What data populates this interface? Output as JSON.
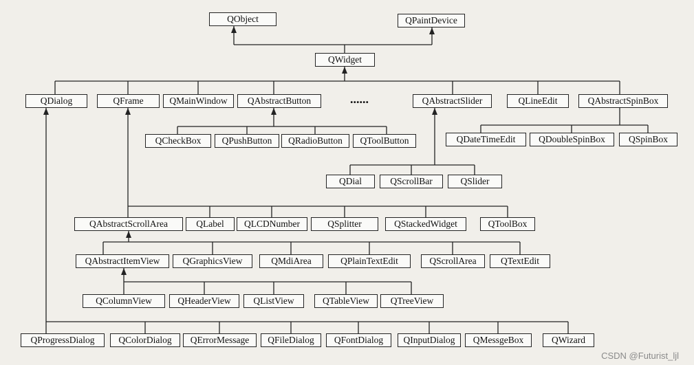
{
  "diagram": {
    "nodes": {
      "QObject": "QObject",
      "QPaintDevice": "QPaintDevice",
      "QWidget": "QWidget",
      "QDialog": "QDialog",
      "QFrame": "QFrame",
      "QMainWindow": "QMainWindow",
      "QAbstractButton": "QAbstractButton",
      "QAbstractSlider": "QAbstractSlider",
      "QLineEdit": "QLineEdit",
      "QAbstractSpinBox": "QAbstractSpinBox",
      "QCheckBox": "QCheckBox",
      "QPushButton": "QPushButton",
      "QRadioButton": "QRadioButton",
      "QToolButton": "QToolButton",
      "QDateTimeEdit": "QDateTimeEdit",
      "QDoubleSpinBox": "QDoubleSpinBox",
      "QSpinBox": "QSpinBox",
      "QDial": "QDial",
      "QScrollBar": "QScrollBar",
      "QSlider": "QSlider",
      "QAbstractScrollArea": "QAbstractScrollArea",
      "QLabel": "QLabel",
      "QLCDNumber": "QLCDNumber",
      "QSplitter": "QSplitter",
      "QStackedWidget": "QStackedWidget",
      "QToolBox": "QToolBox",
      "QAbstractItemView": "QAbstractItemView",
      "QGraphicsView": "QGraphicsView",
      "QMdiArea": "QMdiArea",
      "QPlainTextEdit": "QPlainTextEdit",
      "QScrollArea": "QScrollArea",
      "QTextEdit": "QTextEdit",
      "QColumnView": "QColumnView",
      "QHeaderView": "QHeaderView",
      "QListView": "QListView",
      "QTableView": "QTableView",
      "QTreeView": "QTreeView",
      "QProgressDialog": "QProgressDialog",
      "QColorDialog": "QColorDialog",
      "QErrorMessage": "QErrorMessage",
      "QFileDialog": "QFileDialog",
      "QFontDialog": "QFontDialog",
      "QInputDialog": "QInputDialog",
      "QMessgeBox": "QMessgeBox",
      "QWizard": "QWizard"
    },
    "ellipsis": "......",
    "watermark": "CSDN @Futurist_ljl"
  }
}
